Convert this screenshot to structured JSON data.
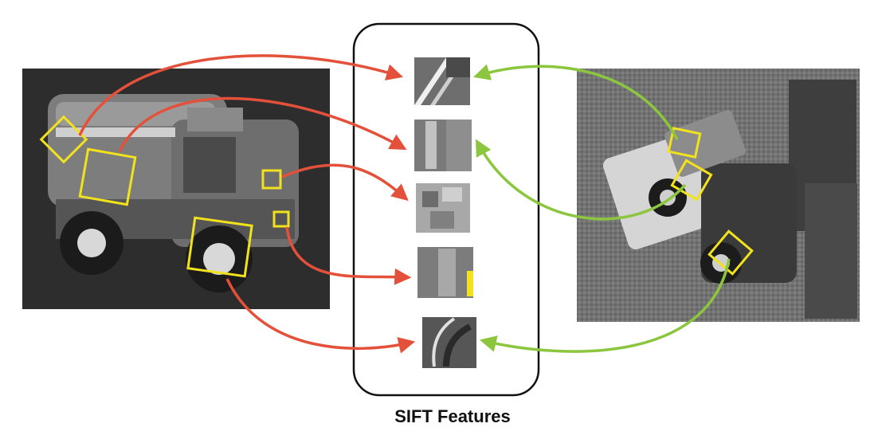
{
  "caption": "SIFT Features",
  "colors": {
    "left_arrows": "#e4513a",
    "right_arrows": "#8cc63f",
    "keypoint_boxes": "#f2e21d",
    "panel_border": "#111111"
  },
  "icons": [
    "toy-truck-photo",
    "toy-truck-scene-photo",
    "feature-patch"
  ]
}
